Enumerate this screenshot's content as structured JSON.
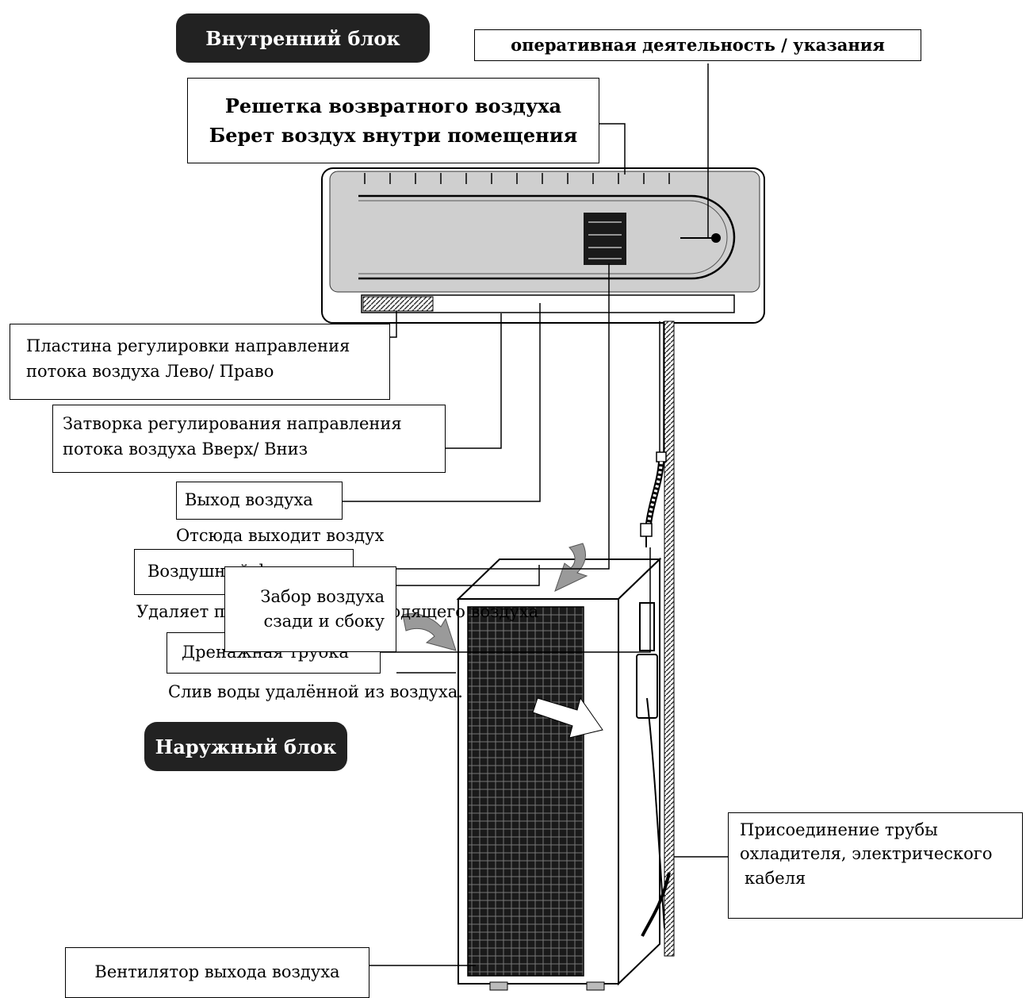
{
  "indoor": {
    "title": "Внутренний блок",
    "operation_label": "оперативная деятельность / указания",
    "return_grille": {
      "line1": "Решетка возвратного воздуха",
      "line2": "Берет воздух внутри помещения"
    },
    "lr_plate": {
      "line1": "Пластина регулировки направления",
      "line2": "потока воздуха Лево/ Право"
    },
    "ud_louver": {
      "line1": "Затворка регулирования направления",
      "line2": "потока воздуха Вверх/ Вниз"
    },
    "air_outlet": {
      "label": "Выход воздуха",
      "desc": "Отсюда выходит воздух"
    },
    "air_filter": {
      "label": "Воздушный фильтр",
      "desc": "Удаляет пыль и грязь из выходящего воздуха"
    },
    "drain_pipe": {
      "label": "Дренажная трубка",
      "desc": "Слив воды удалённой из воздуха."
    }
  },
  "outdoor": {
    "title": "Наружный блок",
    "air_intake": {
      "line1": "Забор воздуха",
      "line2": "сзади и сбоку"
    },
    "fan_outlet": "Вентилятор выхода воздуха",
    "pipe_connection": {
      "line1": "Присоединение трубы",
      "line2": "охладителя, электрического",
      "line3": "кабеля"
    }
  },
  "colors": {
    "pill_bg": "#222222",
    "unit_panel": "#cfcfcf",
    "line": "#000000"
  }
}
